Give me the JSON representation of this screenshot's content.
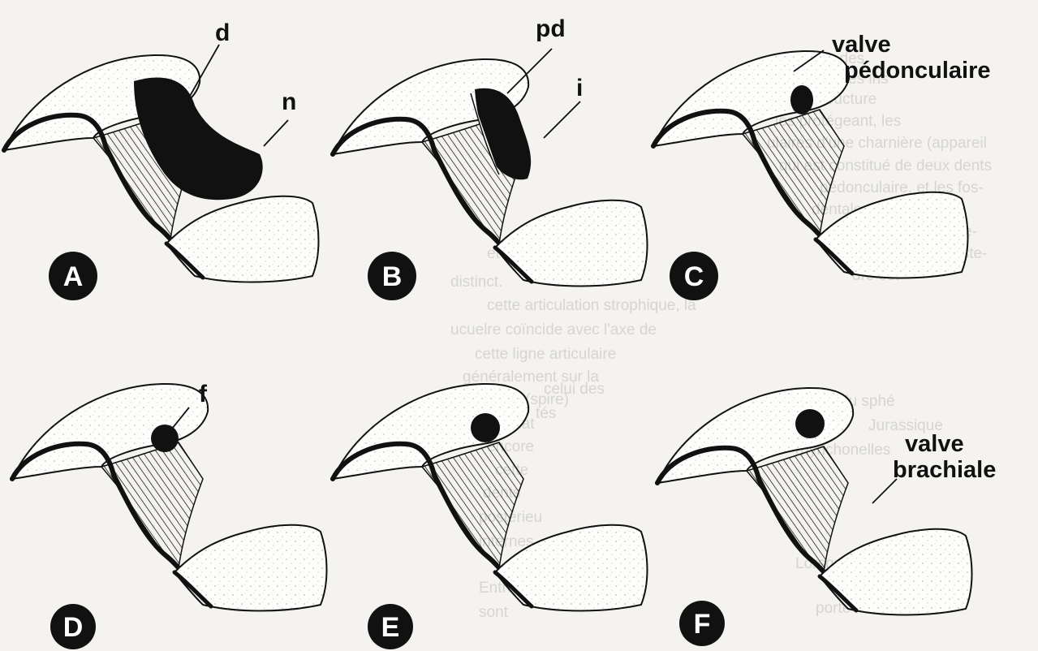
{
  "colors": {
    "background": "#f4f3ef",
    "ink": "#111111",
    "bleed_text": "#d3d2cd"
  },
  "panels": [
    {
      "letter": "A",
      "labels": [
        "d",
        "n"
      ]
    },
    {
      "letter": "B",
      "labels": [
        "pd",
        "i"
      ]
    },
    {
      "letter": "C",
      "labels": [
        "valve",
        "pédonculaire"
      ]
    },
    {
      "letter": "D",
      "labels": [
        "f"
      ]
    },
    {
      "letter": "E",
      "labels": []
    },
    {
      "letter": "F",
      "labels": [
        "valve",
        "brachiale"
      ]
    }
  ]
}
